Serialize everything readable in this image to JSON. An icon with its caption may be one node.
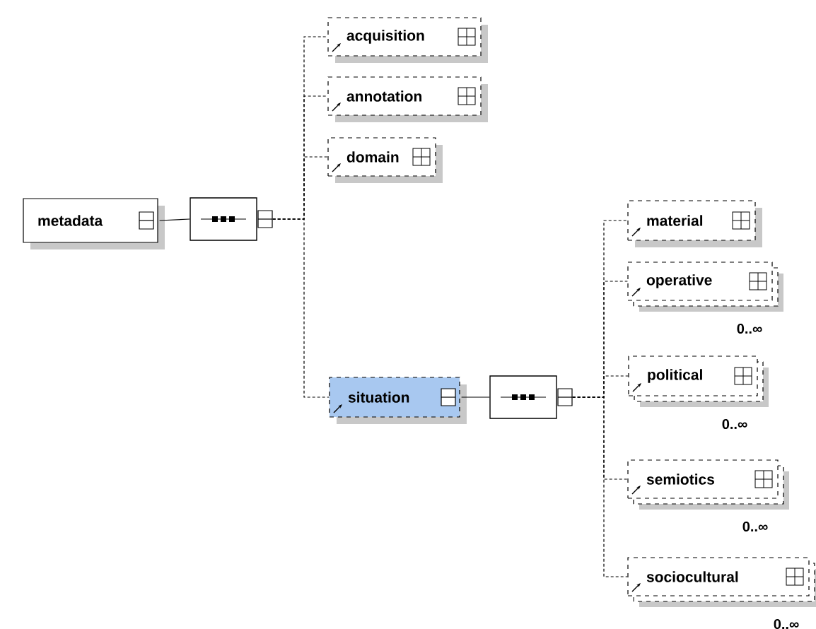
{
  "diagram": {
    "nodes": [
      {
        "text": [
          "metadata"
        ]
      },
      {
        "text": [],
        "shape": "octagon"
      },
      {
        "text": [
          "acquisition"
        ]
      },
      {
        "text": [
          "annotation"
        ]
      },
      {
        "text": [
          "domain"
        ]
      },
      {
        "text": [
          "situation"
        ]
      },
      {
        "text": [],
        "shape": "octagon"
      },
      {
        "text": [
          "material"
        ]
      },
      {
        "text": [
          "operative"
        ],
        "beside": [
          "0..∞"
        ]
      },
      {
        "text": [
          "political"
        ],
        "beside": [
          "0..∞"
        ]
      },
      {
        "text": [
          "semiotics"
        ],
        "beside": [
          "0..∞"
        ]
      },
      {
        "text": [
          "sociocultural"
        ],
        "beside": [
          "0..∞"
        ]
      }
    ],
    "edges": [
      {
        "from": 0,
        "to": 1,
        "arrow": "none"
      },
      {
        "from": 1,
        "to": 2,
        "arrow": "none",
        "style": "dashed"
      },
      {
        "from": 1,
        "to": 3,
        "arrow": "none",
        "style": "dashed"
      },
      {
        "from": 1,
        "to": 4,
        "arrow": "none",
        "style": "dashed"
      },
      {
        "from": 1,
        "to": 5,
        "arrow": "none",
        "style": "dashed"
      },
      {
        "from": 5,
        "to": 6,
        "arrow": "none"
      },
      {
        "from": 6,
        "to": 7,
        "arrow": "none",
        "style": "dashed"
      },
      {
        "from": 6,
        "to": 8,
        "arrow": "none",
        "style": "dashed"
      },
      {
        "from": 6,
        "to": 9,
        "arrow": "none",
        "style": "dashed"
      },
      {
        "from": 6,
        "to": 10,
        "arrow": "none",
        "style": "dashed"
      },
      {
        "from": 6,
        "to": 11,
        "arrow": "none",
        "style": "dashed"
      }
    ]
  }
}
